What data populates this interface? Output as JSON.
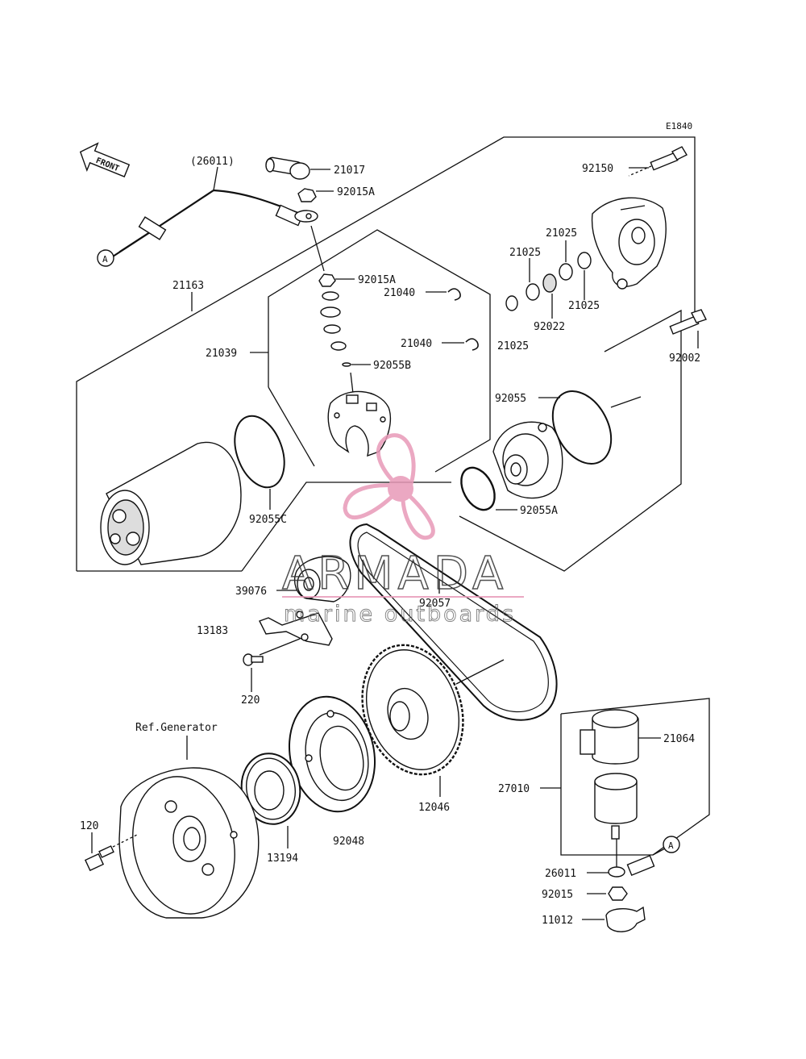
{
  "diagram_code": "E1840",
  "front_label": "FRONT",
  "ref_label": "Ref.Generator",
  "circle_ref": "A",
  "parts": {
    "p26011_paren": "(26011)",
    "p21017": "21017",
    "p92015A_top": "92015A",
    "p92015A_mid": "92015A",
    "p21163": "21163",
    "p21039": "21039",
    "p21040_a": "21040",
    "p21040_b": "21040",
    "p92055B": "92055B",
    "p92150": "92150",
    "p21025_a": "21025",
    "p21025_b": "21025",
    "p21025_c": "21025",
    "p21025_d": "21025",
    "p92022": "92022",
    "p92002": "92002",
    "p92055": "92055",
    "p92055C": "92055C",
    "p92055A": "92055A",
    "p39076": "39076",
    "p92057": "92057",
    "p13183": "13183",
    "p220": "220",
    "p120": "120",
    "p13194": "13194",
    "p92048": "92048",
    "p12046": "12046",
    "p21064": "21064",
    "p27010": "27010",
    "p26011": "26011",
    "p92015": "92015",
    "p11012": "11012"
  },
  "watermark": {
    "brand": "ARMADA",
    "tagline": "marine outboards",
    "color": "#e89ab8"
  }
}
